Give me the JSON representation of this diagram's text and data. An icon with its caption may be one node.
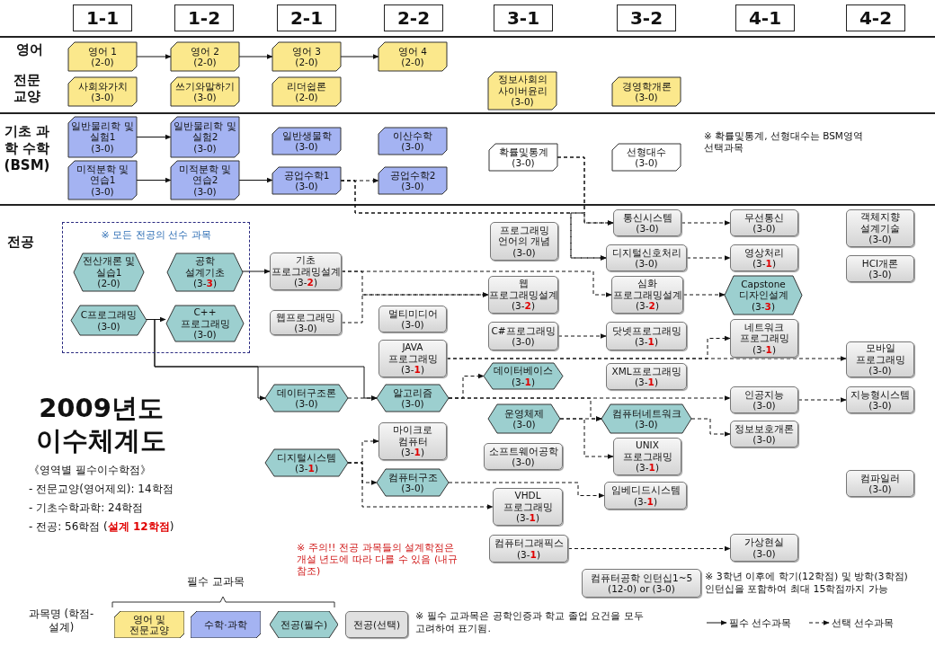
{
  "diagram": {
    "title": "2009년도 이수체계도",
    "nodes": [
      {
        "text": [
          "1-1"
        ]
      },
      {
        "text": [
          "1-2"
        ]
      },
      {
        "text": [
          "2-1"
        ]
      },
      {
        "text": [
          "2-2"
        ]
      },
      {
        "text": [
          "3-1"
        ]
      },
      {
        "text": [
          "3-2"
        ]
      },
      {
        "text": [
          "4-1"
        ]
      },
      {
        "text": [
          "4-2"
        ]
      },
      {
        "text": [
          "영어 1",
          "(2-0)"
        ]
      },
      {
        "text": [
          "영어 2",
          "(2-0)"
        ]
      },
      {
        "text": [
          "영어 3",
          "(2-0)"
        ]
      },
      {
        "text": [
          "영어 4",
          "(2-0)"
        ]
      },
      {
        "text": [
          "사회와가치",
          "(3-0)"
        ]
      },
      {
        "text": [
          "쓰기와말하기",
          "(3-0)"
        ]
      },
      {
        "text": [
          "리더쉽론",
          "(2-0)"
        ]
      },
      {
        "text": [
          "정보사회의 사이버윤리",
          "(3-0)"
        ]
      },
      {
        "text": [
          "경영학개론",
          "(3-0)"
        ]
      },
      {
        "text": [
          "일반물리학 및 실험1",
          "(3-0)"
        ]
      },
      {
        "text": [
          "일반물리학 및 실험2",
          "(3-0)"
        ]
      },
      {
        "text": [
          "일반생물학",
          "(3-0)"
        ]
      },
      {
        "text": [
          "이산수학",
          "(3-0)"
        ]
      },
      {
        "text": [
          "미적분학 및 연습1",
          "(3-0)"
        ]
      },
      {
        "text": [
          "미적분학 및 연습2",
          "(3-0)"
        ]
      },
      {
        "text": [
          "공업수학1",
          "(3-0)"
        ]
      },
      {
        "text": [
          "공업수학2",
          "(3-0)"
        ]
      },
      {
        "text": [
          "확률및통계",
          "(3-0)"
        ]
      },
      {
        "text": [
          "선형대수",
          "(3-0)"
        ]
      },
      {
        "text": [
          "※ 모든 전공의 선수 과목"
        ]
      },
      {
        "text": [
          "전산개론 및 실습1",
          "(2-0)"
        ],
        "in": 27
      },
      {
        "text": [
          "공학 설계기초",
          "(3-**3**)"
        ],
        "in": 27
      },
      {
        "text": [
          "C프로그래밍",
          "(3-0)"
        ],
        "in": 27
      },
      {
        "text": [
          "C++ 프로그래밍",
          "(3-0)"
        ],
        "in": 27
      },
      {
        "text": [
          "기초 프로그래밍설계",
          "(3-**2**)"
        ]
      },
      {
        "text": [
          "웹프로그래밍",
          "(3-0)"
        ]
      },
      {
        "text": [
          "멀티미디어",
          "(3-0)"
        ]
      },
      {
        "text": [
          "JAVA 프로그래밍",
          "(3-**1**)"
        ]
      },
      {
        "text": [
          "데이터구조론",
          "(3-0)"
        ]
      },
      {
        "text": [
          "알고리즘",
          "(3-0)"
        ]
      },
      {
        "text": [
          "디지털시스템",
          "(3-**1**)"
        ]
      },
      {
        "text": [
          "마이크로 컴퓨터",
          "(3-**1**)"
        ]
      },
      {
        "text": [
          "컴퓨터구조",
          "(3-0)"
        ]
      },
      {
        "text": [
          "프로그래밍 언어의 개념",
          "(3-0)"
        ]
      },
      {
        "text": [
          "웹 프로그래밍설계",
          "(3-**2**)"
        ]
      },
      {
        "text": [
          "C#프로그래밍",
          "(3-0)"
        ]
      },
      {
        "text": [
          "데이터베이스",
          "(3-**1**)"
        ]
      },
      {
        "text": [
          "운영체제",
          "(3-0)"
        ]
      },
      {
        "text": [
          "소프트웨어공학",
          "(3-0)"
        ]
      },
      {
        "text": [
          "VHDL 프로그래밍",
          "(3-**1**)"
        ]
      },
      {
        "text": [
          "컴퓨터그래픽스",
          "(3-**1**)"
        ]
      },
      {
        "text": [
          "컴퓨터공학 인턴십1~5",
          "(12-0) or (3-0)"
        ]
      },
      {
        "text": [
          "통신시스템",
          "(3-0)"
        ]
      },
      {
        "text": [
          "디지털신호처리",
          "(3-0)"
        ]
      },
      {
        "text": [
          "심화 프로그래밍설계",
          "(3-**2**)"
        ]
      },
      {
        "text": [
          "닷넷프로그래밍",
          "(3-**1**)"
        ]
      },
      {
        "text": [
          "XML프로그래밍",
          "(3-**1**)"
        ]
      },
      {
        "text": [
          "컴퓨터네트워크",
          "(3-0)"
        ]
      },
      {
        "text": [
          "UNIX 프로그래밍",
          "(3-**1**)"
        ]
      },
      {
        "text": [
          "임베디드시스템",
          "(3-**1**)"
        ]
      },
      {
        "text": [
          "무선통신",
          "(3-0)"
        ]
      },
      {
        "text": [
          "영상처리",
          "(3-**1**)"
        ]
      },
      {
        "text": [
          "Capstone 디자인설계",
          "(3-**3**)"
        ]
      },
      {
        "text": [
          "네트워크 프로그래밍",
          "(3-**1**)"
        ]
      },
      {
        "text": [
          "인공지능",
          "(3-0)"
        ]
      },
      {
        "text": [
          "정보보호개론",
          "(3-0)"
        ]
      },
      {
        "text": [
          "가상현실",
          "(3-0)"
        ]
      },
      {
        "text": [
          "객체지향 설계기술",
          "(3-0)"
        ]
      },
      {
        "text": [
          "HCI개론",
          "(3-0)"
        ]
      },
      {
        "text": [
          "모바일 프로그래밍",
          "(3-0)"
        ]
      },
      {
        "text": [
          "지능형시스템",
          "(3-0)"
        ]
      },
      {
        "text": [
          "컴파일러",
          "(3-0)"
        ]
      }
    ],
    "edges": [
      {
        "from": 8,
        "to": 9,
        "arrow": "to"
      },
      {
        "from": 9,
        "to": 10,
        "arrow": "to"
      },
      {
        "from": 10,
        "to": 11,
        "arrow": "to"
      },
      {
        "from": 17,
        "to": 18,
        "arrow": "to"
      },
      {
        "from": 21,
        "to": 22,
        "arrow": "to"
      },
      {
        "from": 22,
        "to": 23,
        "arrow": "to"
      },
      {
        "from": 23,
        "to": 24,
        "arrow": "to",
        "style": "dashed"
      },
      {
        "from": 23,
        "to": 50,
        "arrow": "to",
        "style": "dashed"
      },
      {
        "from": 23,
        "to": 51,
        "arrow": "to",
        "style": "dashed"
      },
      {
        "from": 25,
        "to": 50,
        "arrow": "to",
        "style": "dashed"
      },
      {
        "from": 25,
        "to": 51,
        "arrow": "to",
        "style": "dashed"
      },
      {
        "from": 29,
        "to": 32,
        "arrow": "to"
      },
      {
        "from": 30,
        "to": 31,
        "arrow": "to"
      },
      {
        "from": 30,
        "to": 36,
        "arrow": "to"
      },
      {
        "from": 30,
        "to": 37,
        "arrow": "to"
      },
      {
        "from": 36,
        "to": 37,
        "arrow": "to",
        "style": "dashed"
      },
      {
        "from": 32,
        "to": 42,
        "arrow": "to",
        "style": "dashed"
      },
      {
        "from": 32,
        "to": 52,
        "arrow": "to",
        "style": "dashed"
      },
      {
        "from": 33,
        "to": 42,
        "arrow": "to",
        "style": "dashed"
      },
      {
        "from": 35,
        "to": 61,
        "arrow": "to",
        "style": "dashed"
      },
      {
        "from": 35,
        "to": 67,
        "arrow": "to",
        "style": "dashed"
      },
      {
        "from": 37,
        "to": 44,
        "arrow": "to",
        "style": "dashed"
      },
      {
        "from": 37,
        "to": 62,
        "arrow": "to",
        "style": "dashed"
      },
      {
        "from": 37,
        "to": 55,
        "arrow": "to",
        "style": "dashed"
      },
      {
        "from": 45,
        "to": 55,
        "arrow": "to",
        "style": "dashed"
      },
      {
        "from": 45,
        "to": 56,
        "arrow": "to",
        "style": "dashed"
      },
      {
        "from": 55,
        "to": 63,
        "arrow": "to",
        "style": "dashed"
      },
      {
        "from": 62,
        "to": 68,
        "arrow": "to",
        "style": "dashed"
      },
      {
        "from": 38,
        "to": 39,
        "arrow": "to",
        "style": "dashed"
      },
      {
        "from": 38,
        "to": 40,
        "arrow": "to",
        "style": "dashed"
      },
      {
        "from": 38,
        "to": 47,
        "arrow": "to",
        "style": "dashed"
      },
      {
        "from": 40,
        "to": 57,
        "arrow": "to",
        "style": "dashed"
      },
      {
        "from": 43,
        "to": 53,
        "arrow": "to",
        "style": "dashed"
      },
      {
        "from": 50,
        "to": 58,
        "arrow": "to",
        "style": "dashed"
      },
      {
        "from": 51,
        "to": 59,
        "arrow": "to",
        "style": "dashed"
      },
      {
        "from": 52,
        "to": 60,
        "arrow": "to",
        "style": "dashed"
      },
      {
        "from": 48,
        "to": 64,
        "arrow": "to",
        "style": "dashed"
      }
    ],
    "labels": [
      "영어",
      "전문 교양",
      "기초 과학 수학 (BSM)",
      "전공",
      "※ 확률및통계, 선형대수는 BSM영역 선택과목",
      "《영역별 필수이수학점》",
      "- 전문교양(영어제외): 14학점",
      "- 기초수학과학: 24학점",
      "- 전공: 56학점 (**설계 12학점**)",
      "※ 주의!! 전공 과목들의 설계학점은 개설 년도에 따라 다를 수 있음 (내규 참조)",
      "※ 3학년 이후에 학기(12학점) 및 방학(3학점) 인턴십을 포함하여 최대 15학점까지 가능",
      "필수 교과목",
      "과목명 (학점-설계)",
      "※ 필수 교과목은 공학인증과 학교 졸업 요건을 모두 고려하여 표기됨."
    ],
    "legend": [
      {
        "text": "영어 및 전문교양",
        "color": "#fbe88c"
      },
      {
        "text": "수학·과학",
        "color": "#a4b3f2"
      },
      {
        "text": "전공(필수)",
        "color": "#9ccfcf"
      },
      {
        "text": "전공(선택)",
        "color": "#e0e0e0"
      },
      {
        "text": "필수 선수과목"
      },
      {
        "text": "선택 선수과목"
      }
    ]
  }
}
